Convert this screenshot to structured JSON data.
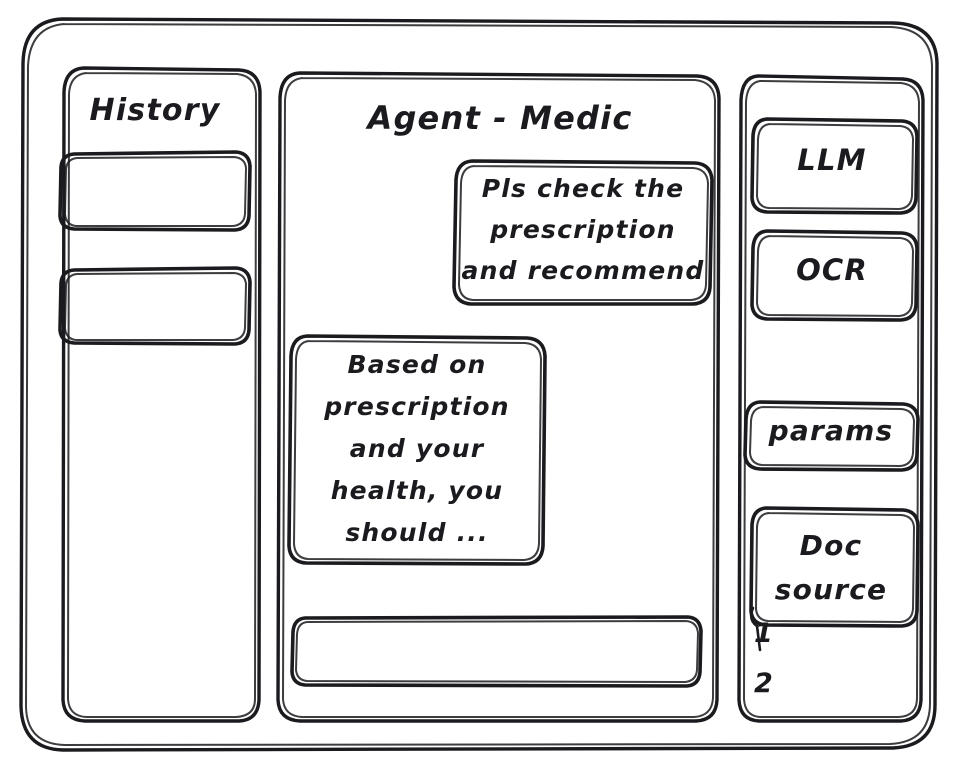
{
  "app": {
    "style": "hand-drawn-wireframe",
    "ink_color": "#1b1b1f",
    "background_color": "#ffffff"
  },
  "sidebar_left": {
    "title": "History",
    "items": [
      {
        "label": ""
      },
      {
        "label": ""
      }
    ]
  },
  "main": {
    "title": "Agent - Medic",
    "messages": [
      {
        "role": "user",
        "align": "right",
        "text": "Pls check the\nprescription\nand recommend"
      },
      {
        "role": "assistant",
        "align": "left",
        "text": "Based on\nprescription\nand your\nhealth, you\nshould ..."
      }
    ],
    "composer": {
      "value": "",
      "placeholder": ""
    }
  },
  "sidebar_right": {
    "tools": [
      {
        "name": "llm",
        "label": "LLM"
      },
      {
        "name": "ocr",
        "label": "OCR"
      },
      {
        "name": "params",
        "label": "params"
      },
      {
        "name": "doc-source",
        "label": "Doc\nsource"
      }
    ],
    "doc_source_items": [
      {
        "label": "1"
      },
      {
        "label": "2"
      }
    ]
  }
}
